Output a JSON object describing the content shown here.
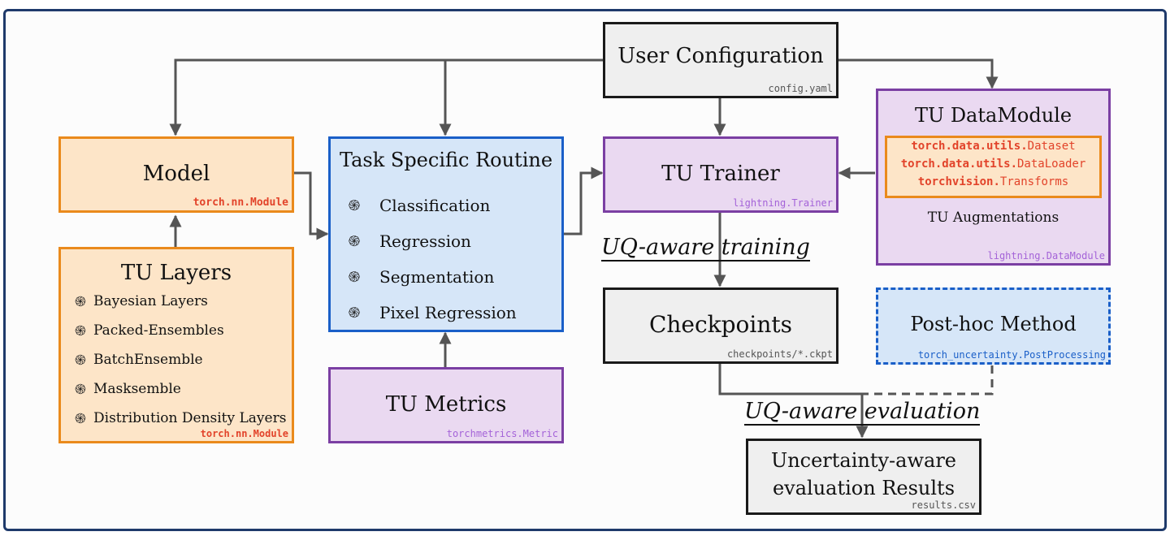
{
  "user_config": {
    "title": "User Configuration",
    "code": "config.yaml"
  },
  "model": {
    "title": "Model",
    "code": "torch.nn.Module"
  },
  "tu_layers": {
    "title": "TU Layers",
    "items": [
      "Bayesian Layers",
      "Packed-Ensembles",
      "BatchEnsemble",
      "Masksemble",
      "Distribution Density Layers"
    ],
    "code": "torch.nn.Module"
  },
  "routine": {
    "title": "Task Specific Routine",
    "items": [
      "Classification",
      "Regression",
      "Segmentation",
      "Pixel Regression"
    ]
  },
  "metrics": {
    "title": "TU Metrics",
    "code": "torchmetrics.Metric"
  },
  "trainer": {
    "title": "TU Trainer",
    "code": "lightning.Trainer"
  },
  "datamodule": {
    "title": "TU DataModule",
    "dataset_line": {
      "prefix": "torch.data.utils.",
      "suffix": "Dataset"
    },
    "dataloader_line": {
      "prefix": "torch.data.utils.",
      "suffix": "DataLoader"
    },
    "transforms_line": {
      "prefix": "torchvision.",
      "suffix": "Transforms"
    },
    "augmentations": "TU Augmentations",
    "code": "lightning.DataModule"
  },
  "checkpoints": {
    "title": "Checkpoints",
    "code": "checkpoints/*.ckpt"
  },
  "posthoc": {
    "title": "Post-hoc Method",
    "code": "torch_uncertainty.PostProcessing"
  },
  "results": {
    "title_line1": "Uncertainty-aware",
    "title_line2": "evaluation Results",
    "code": "results.csv"
  },
  "labels": {
    "training": "UQ-aware training",
    "evaluation": "UQ-aware evaluation"
  },
  "icons": {
    "bullet": "spiral-bullet-icon"
  },
  "colors": {
    "frame": "#1f3a6b",
    "orange": "#ea8a1c",
    "purple": "#7b3fa3",
    "blue": "#1a5fc8",
    "code_red": "#e2432a"
  }
}
